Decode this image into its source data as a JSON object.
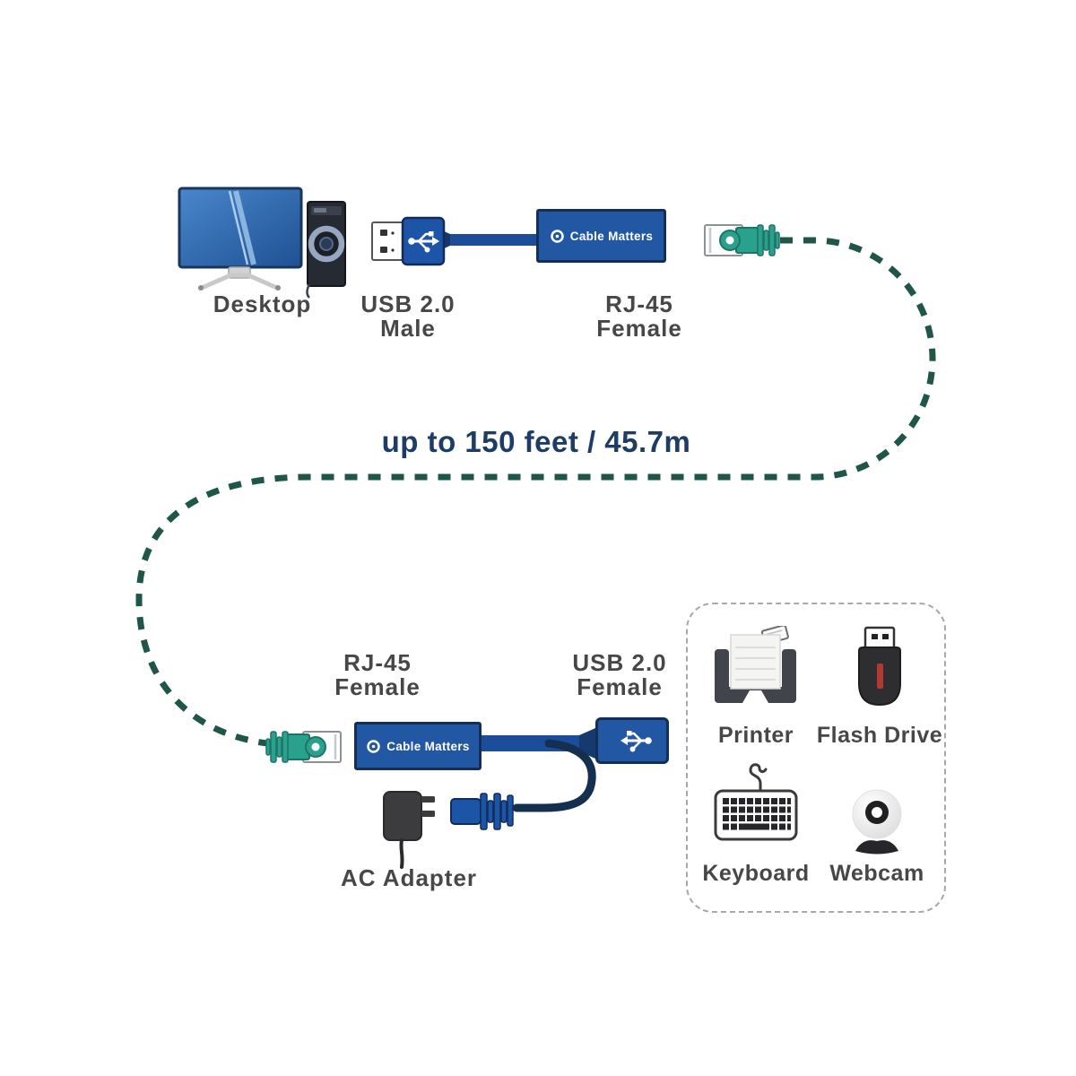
{
  "title": {
    "cable_length": "up to 150 feet / 45.7m"
  },
  "brand": {
    "name": "Cable Matters"
  },
  "source_side": {
    "desktop": {
      "label": "Desktop"
    },
    "usb_male": {
      "label_line1": "USB 2.0",
      "label_line2": "Male"
    },
    "rj45_female": {
      "label_line1": "RJ-45",
      "label_line2": "Female"
    }
  },
  "extender_side": {
    "rj45_female": {
      "label_line1": "RJ-45",
      "label_line2": "Female"
    },
    "usb_female": {
      "label_line1": "USB 2.0",
      "label_line2": "Female"
    },
    "ac_adapter": {
      "label": "AC Adapter"
    }
  },
  "peripherals": {
    "printer": {
      "label": "Printer"
    },
    "flash_drive": {
      "label": "Flash Drive"
    },
    "keyboard": {
      "label": "Keyboard"
    },
    "webcam": {
      "label": "Webcam"
    }
  },
  "icons": [
    "desktop-computer-icon",
    "usb-a-male-plug-icon",
    "cable-matters-adapter-icon",
    "rj45-ethernet-plug-icon",
    "usb-a-female-port-icon",
    "dc-barrel-plug-icon",
    "ac-wall-adapter-icon",
    "printer-icon",
    "flash-drive-icon",
    "keyboard-icon",
    "webcam-icon"
  ],
  "colors": {
    "brand_blue": "#2257a4",
    "cable_blue": "#1b4d9b",
    "navy": "#15304f",
    "teal_connector": "#2aa18d",
    "teal_dash": "#20564a",
    "title_navy": "#1d3c66",
    "label_gray": "#474747"
  }
}
